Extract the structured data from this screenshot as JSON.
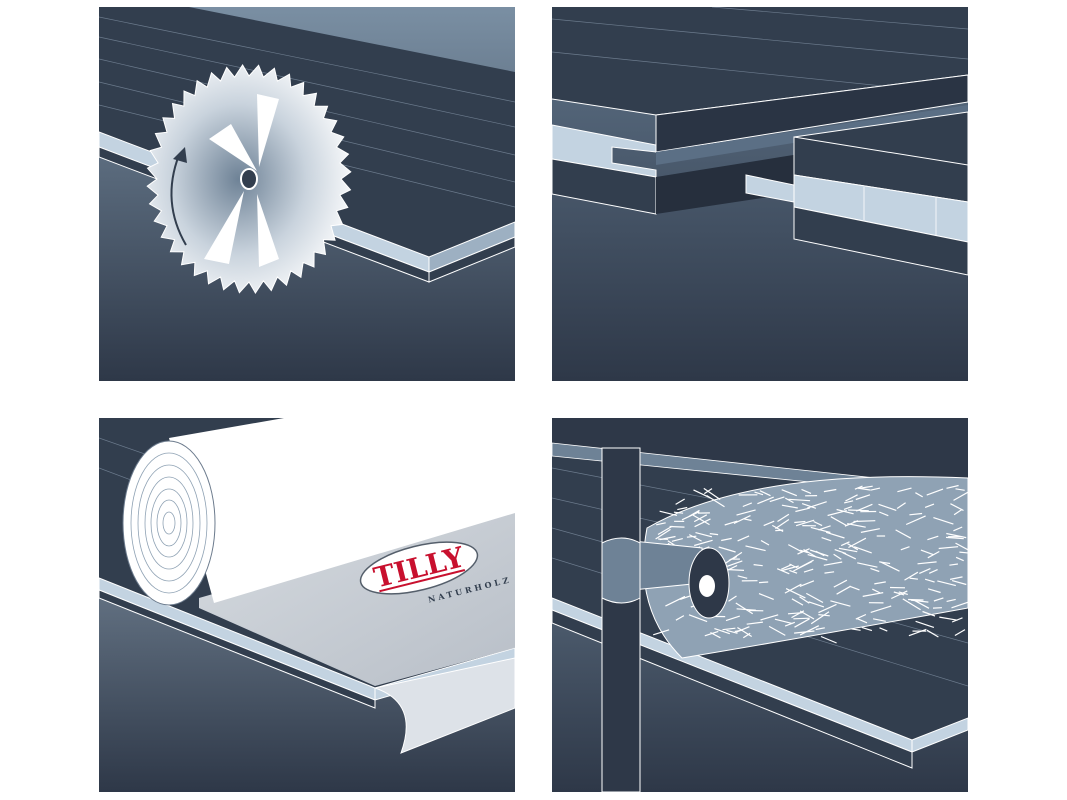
{
  "panels": [
    {
      "id": "panel-saw-cutting"
    },
    {
      "id": "panel-tongue-groove"
    },
    {
      "id": "panel-film-roll"
    },
    {
      "id": "panel-brush-roller"
    }
  ],
  "logo": {
    "brand": "TILLY",
    "tagline": "NATURHOLZ"
  },
  "colors": {
    "board_dark": "#323e4e",
    "board_edge": "#c3d3e1",
    "background_top": "#7a8fa3",
    "background_bottom": "#2e3848",
    "logo_red": "#c8102e",
    "sheet_white": "#ffffff"
  },
  "icons": [
    "saw-blade-icon",
    "rotation-arrow-icon",
    "film-roll-icon",
    "brush-roller-icon",
    "tilly-logo-icon"
  ]
}
